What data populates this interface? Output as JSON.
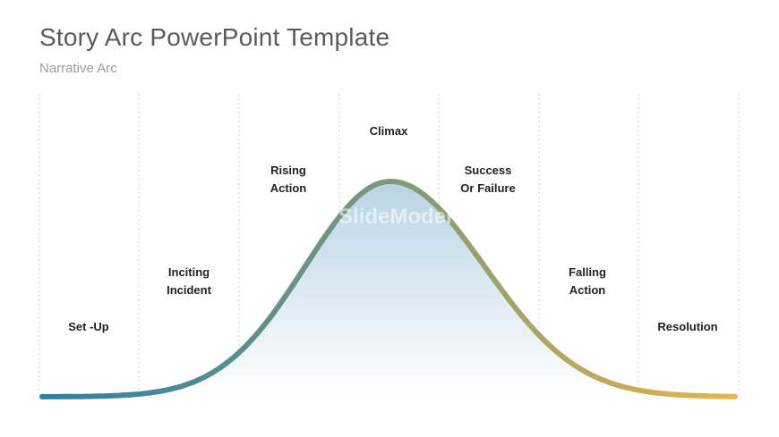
{
  "slide": {
    "title": "Story Arc PowerPoint Template",
    "subtitle": "Narrative Arc",
    "watermark": "SlideModel"
  },
  "colors": {
    "curve_start": "#2e7fa6",
    "curve_mid": "#7d9a7a",
    "curve_end": "#e8b44a",
    "fill_top": "#b9d3e3",
    "fill_bottom": "#ffffff",
    "divider": "#cccccc"
  },
  "stages": [
    {
      "lines": [
        "Set -Up"
      ]
    },
    {
      "lines": [
        "Inciting",
        "Incident"
      ]
    },
    {
      "lines": [
        "Rising",
        "Action"
      ]
    },
    {
      "lines": [
        "Climax"
      ]
    },
    {
      "lines": [
        "Success",
        "Or Failure"
      ]
    },
    {
      "lines": [
        "Falling",
        "Action"
      ]
    },
    {
      "lines": [
        "Resolution"
      ]
    }
  ]
}
